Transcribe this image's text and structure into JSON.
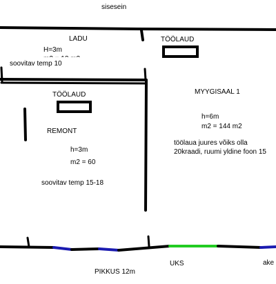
{
  "labels": {
    "sisesein": "sisesein",
    "ladu": "LADU",
    "ladu_h": "H=3m",
    "ladu_m2": "m2 = 12 m2",
    "ladu_temp": "soovitav temp 10",
    "toolaud_top": "TÖÖLAUD",
    "myygisaal": "MYYGISAAL 1",
    "myygi_h": "h=6m",
    "myygi_m2": "m2 = 144 m2",
    "myygi_note1": "töölaua juures võiks olla",
    "myygi_note2": "20kraadi, ruumi yldine foon 15",
    "toolaud_left": "TÖÖLAUD",
    "remont": "REMONT",
    "remont_h": "h=3m",
    "remont_m2": "m2 = 60",
    "remont_temp": "soovitav temp 15-18",
    "pikkus": "PIKKUS  12m",
    "uks": "UKS",
    "ake": "ake"
  },
  "colors": {
    "wall": "#000000",
    "window": "#1a1ab0",
    "door": "#22cc22"
  }
}
